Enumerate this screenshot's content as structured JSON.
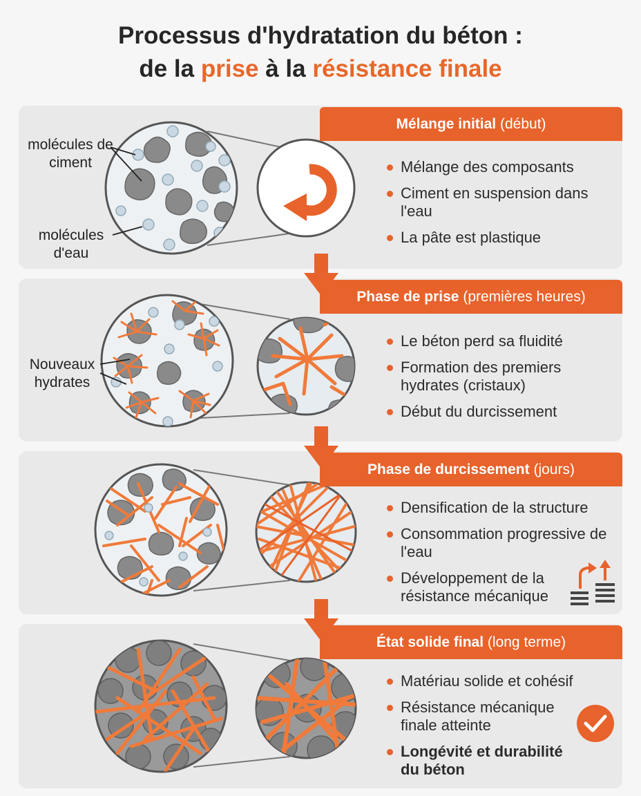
{
  "title": {
    "line1": "Processus d'hydratation du béton :",
    "line2_pre": "de la ",
    "line2_accent1": "prise",
    "line2_mid": " à la ",
    "line2_accent2": "résistance finale"
  },
  "stages": [
    {
      "title_bold": "Mélange initial",
      "title_light": " (début)",
      "bullets": [
        "Mélange des composants",
        "Ciment en suspension dans l'eau",
        "La pâte est plastique"
      ],
      "labels": [
        "molécules de ciment",
        "molécules d'eau"
      ]
    },
    {
      "title_bold": "Phase de prise",
      "title_light": " (premières heures)",
      "bullets": [
        "Le béton perd sa fluidité",
        "Formation des premiers hydrates (cristaux)",
        "Début du durcissement"
      ],
      "labels": [
        "Nouveaux hydrates"
      ]
    },
    {
      "title_bold": "Phase de durcissement",
      "title_light": " (jours)",
      "bullets": [
        "Densification de la structure",
        "Consommation progressive de l'eau",
        "Développement de la résistance mécanique"
      ],
      "labels": []
    },
    {
      "title_bold": "État solide final",
      "title_light": " (long terme)",
      "bullets": [
        "Matériau solide et cohésif",
        "Résistance mécanique finale atteinte",
        "Longévité et durabilité du béton"
      ],
      "labels": []
    }
  ],
  "icons": {
    "mix": "circular-arrow-icon",
    "strength": "strength-growth-icon",
    "done": "checkmark-icon"
  },
  "colors": {
    "accent": "#e8622b",
    "panel": "#e9e9e9",
    "cement": "#8a8a8a",
    "water": "#c9d8e2",
    "crystal": "#f07a3a"
  }
}
